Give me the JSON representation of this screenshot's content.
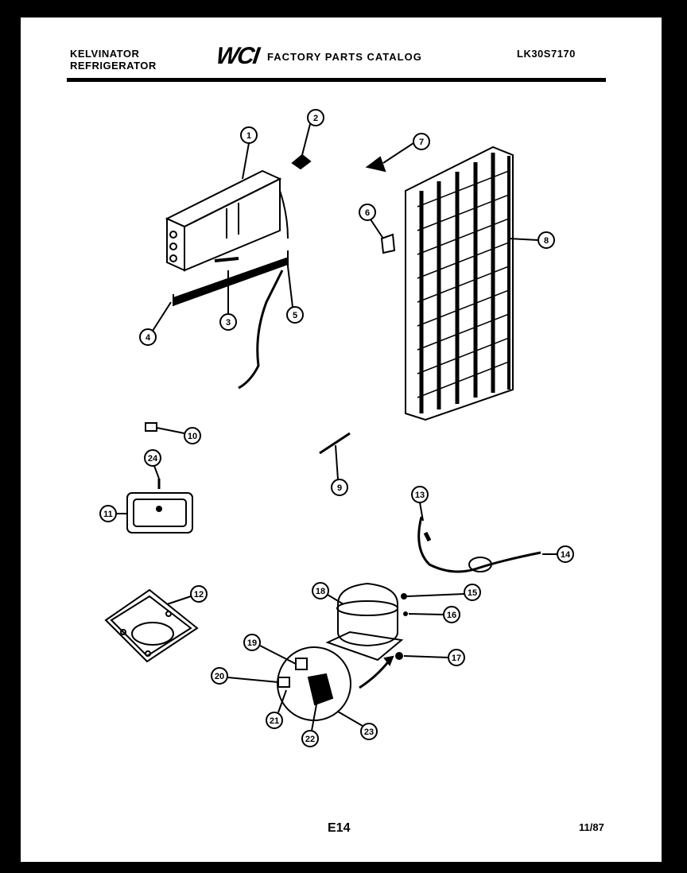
{
  "header": {
    "brand_line1": "KELVINATOR",
    "brand_line2": "REFRIGERATOR",
    "logo": "WCI",
    "catalog_title": "FACTORY PARTS CATALOG",
    "model_code": "LK30S7170"
  },
  "footer": {
    "page_code": "E14",
    "date": "11/87"
  },
  "callouts": [
    "1",
    "2",
    "3",
    "4",
    "5",
    "6",
    "7",
    "8",
    "9",
    "10",
    "11",
    "12",
    "13",
    "14",
    "15",
    "16",
    "17",
    "18",
    "19",
    "20",
    "21",
    "22",
    "23",
    "24"
  ]
}
